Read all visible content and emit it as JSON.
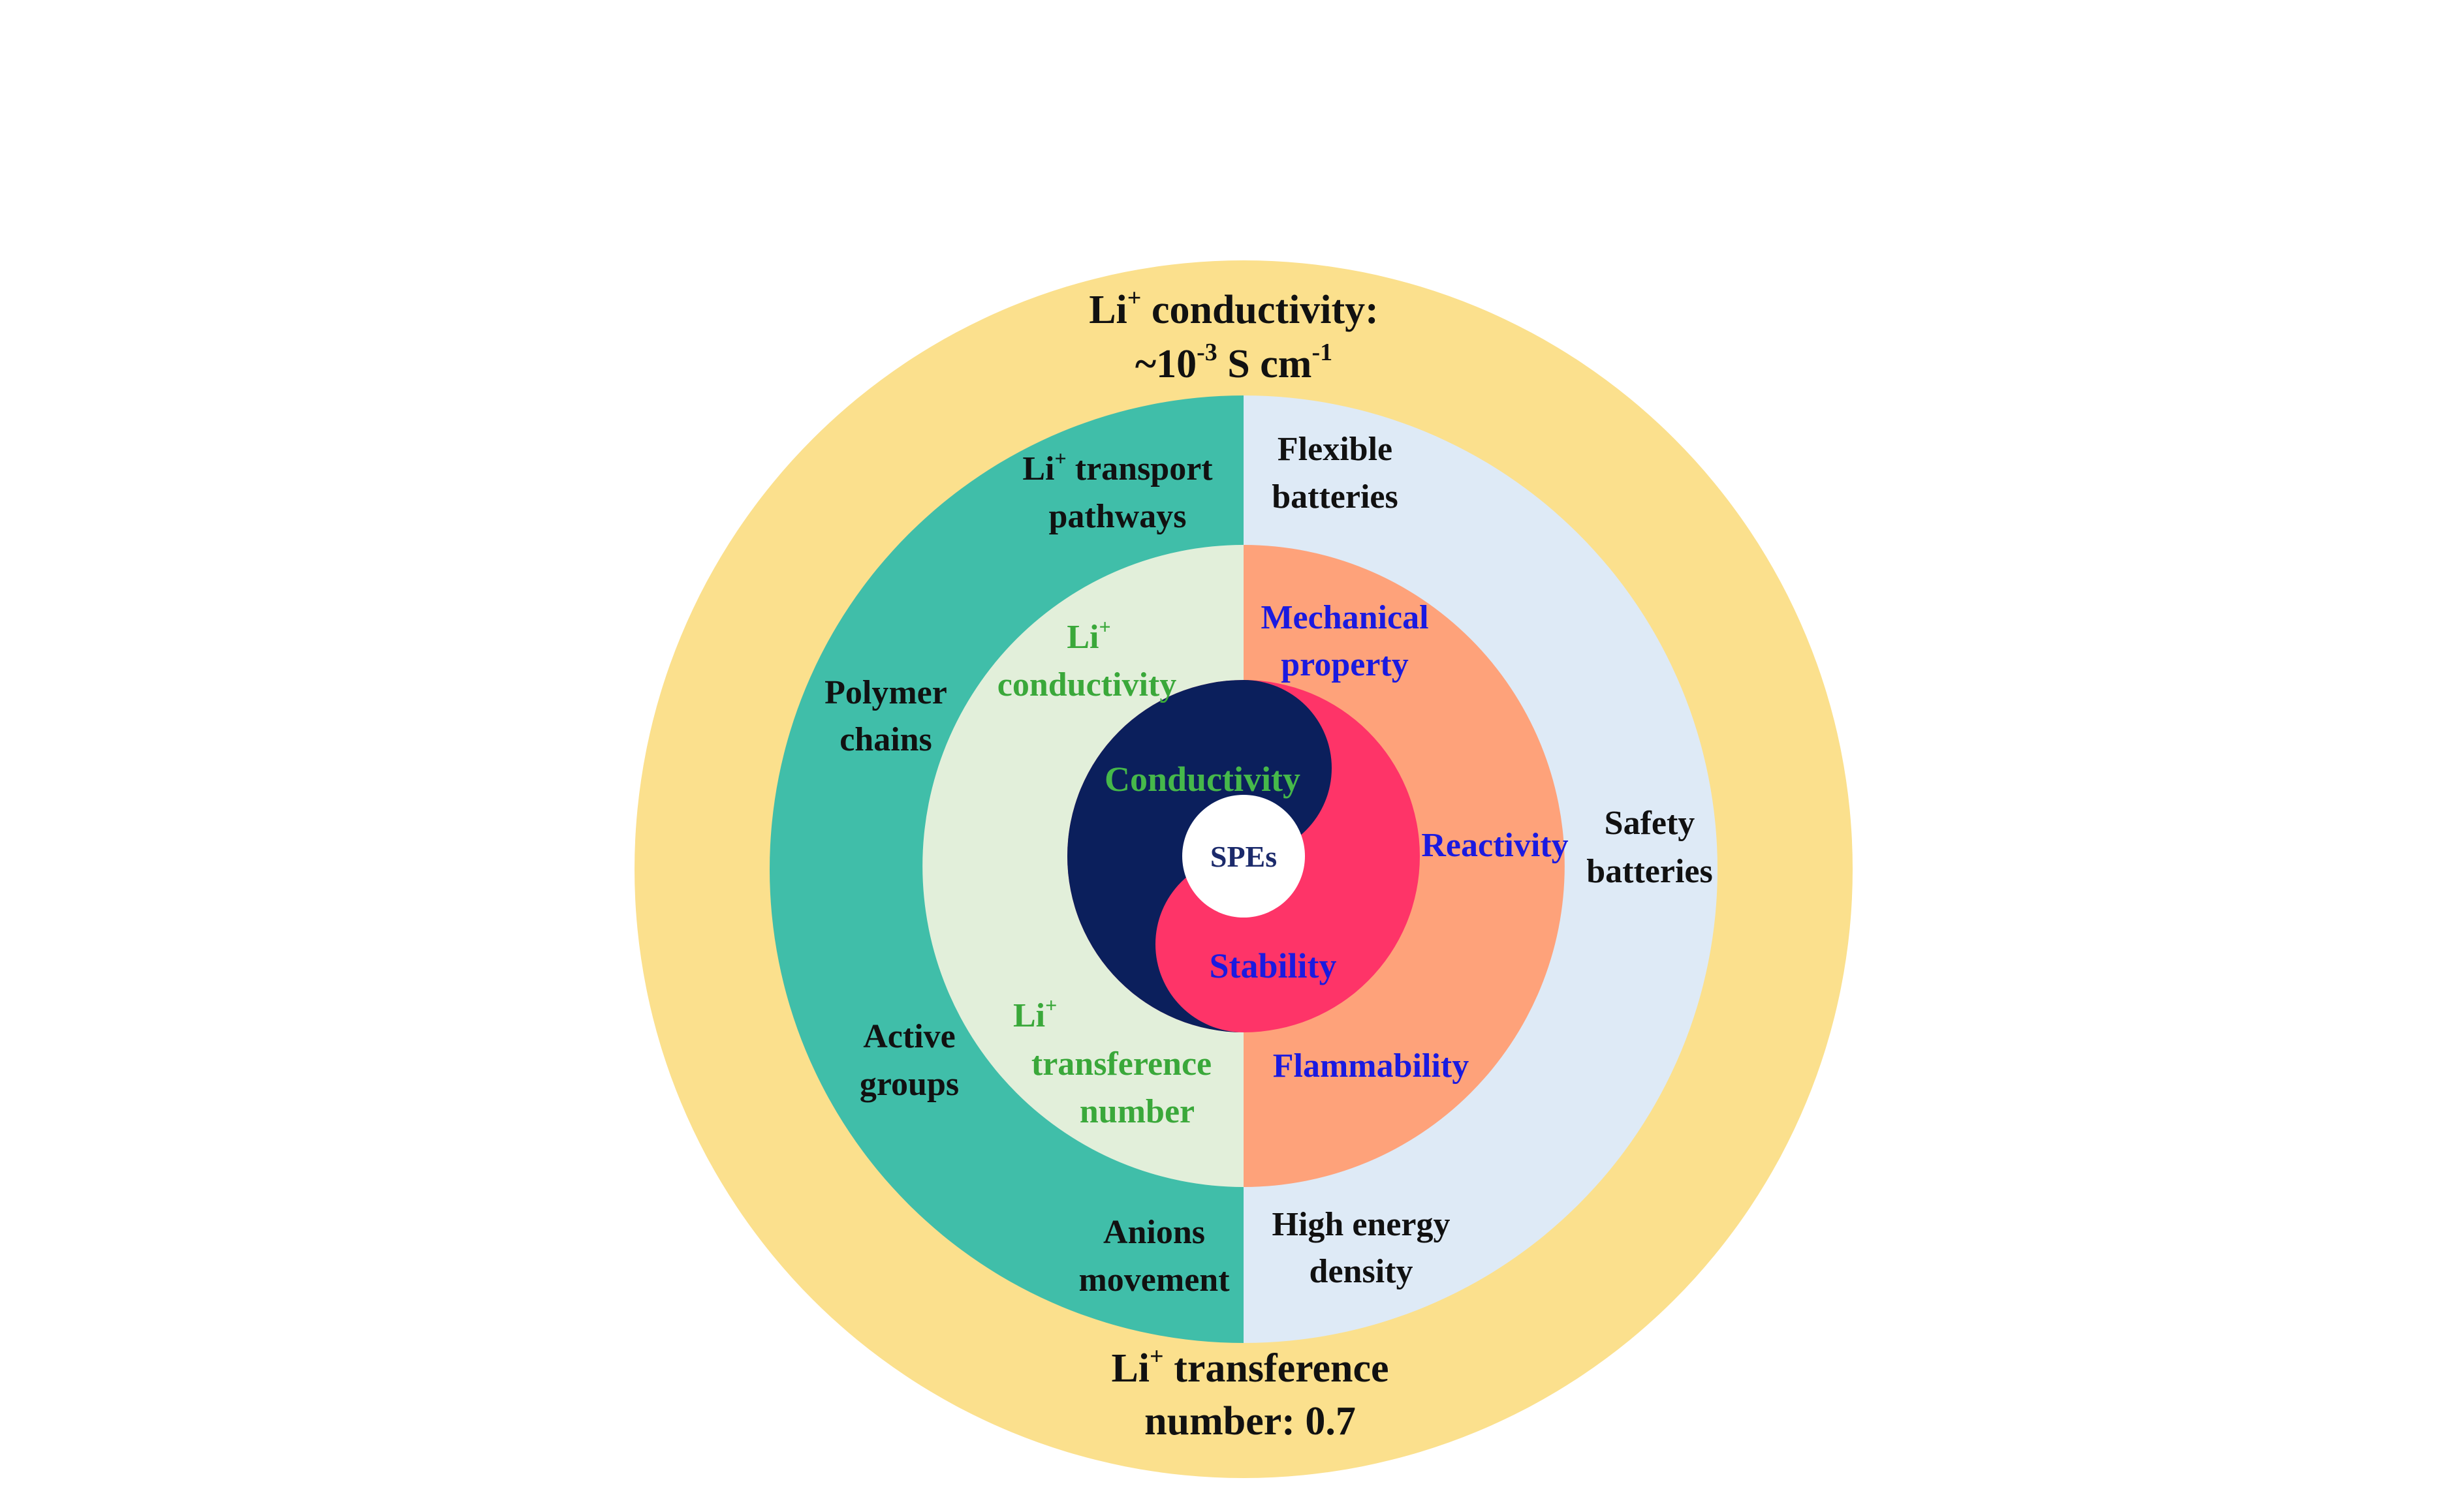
{
  "colors": {
    "outer_ring": "#fbe08d",
    "left_ring": "#40bea9",
    "right_ring": "#deeaf6",
    "left_inner": "#e2efda",
    "right_inner": "#fea27a",
    "yin_dark": "#0b1f5c",
    "yang_pink": "#fe3468",
    "center": "#ffffff"
  },
  "outer_ring": {
    "top": {
      "line1_prefix": "Li",
      "line1_sup": "+",
      "line1_suffix": " conductivity:",
      "line2_prefix": "~10",
      "line2_sup1": "-3",
      "line2_mid": " S cm",
      "line2_sup2": "-1"
    },
    "bottom": {
      "line1_prefix": "Li",
      "line1_sup": "+",
      "line1_suffix": " transference",
      "line2": "number: 0.7"
    }
  },
  "left_ring": {
    "transport": {
      "line1_prefix": "Li",
      "line1_sup": "+",
      "line1_suffix": " transport",
      "line2": "pathways"
    },
    "polymer": {
      "line1": "Polymer",
      "line2": "chains"
    },
    "active": {
      "line1": "Active",
      "line2": "groups"
    },
    "anions": {
      "line1": "Anions",
      "line2": "movement"
    }
  },
  "right_ring": {
    "flexible": {
      "line1": "Flexible",
      "line2": "batteries"
    },
    "safety": {
      "line1": "Safety",
      "line2": "batteries"
    },
    "energy": {
      "line1": "High energy",
      "line2": "density"
    }
  },
  "left_inner": {
    "conductivity": {
      "line1_prefix": "Li",
      "line1_sup": "+",
      "line2": "conductivity"
    },
    "transference": {
      "line1_prefix": "Li",
      "line1_sup": "+",
      "line2": "transference",
      "line3": "number"
    }
  },
  "right_inner": {
    "mechanical": {
      "line1": "Mechanical",
      "line2": "property"
    },
    "reactivity": "Reactivity",
    "flammability": "Flammability"
  },
  "core": {
    "conductivity": "Conductivity",
    "stability": "Stability",
    "center": "SPEs"
  }
}
